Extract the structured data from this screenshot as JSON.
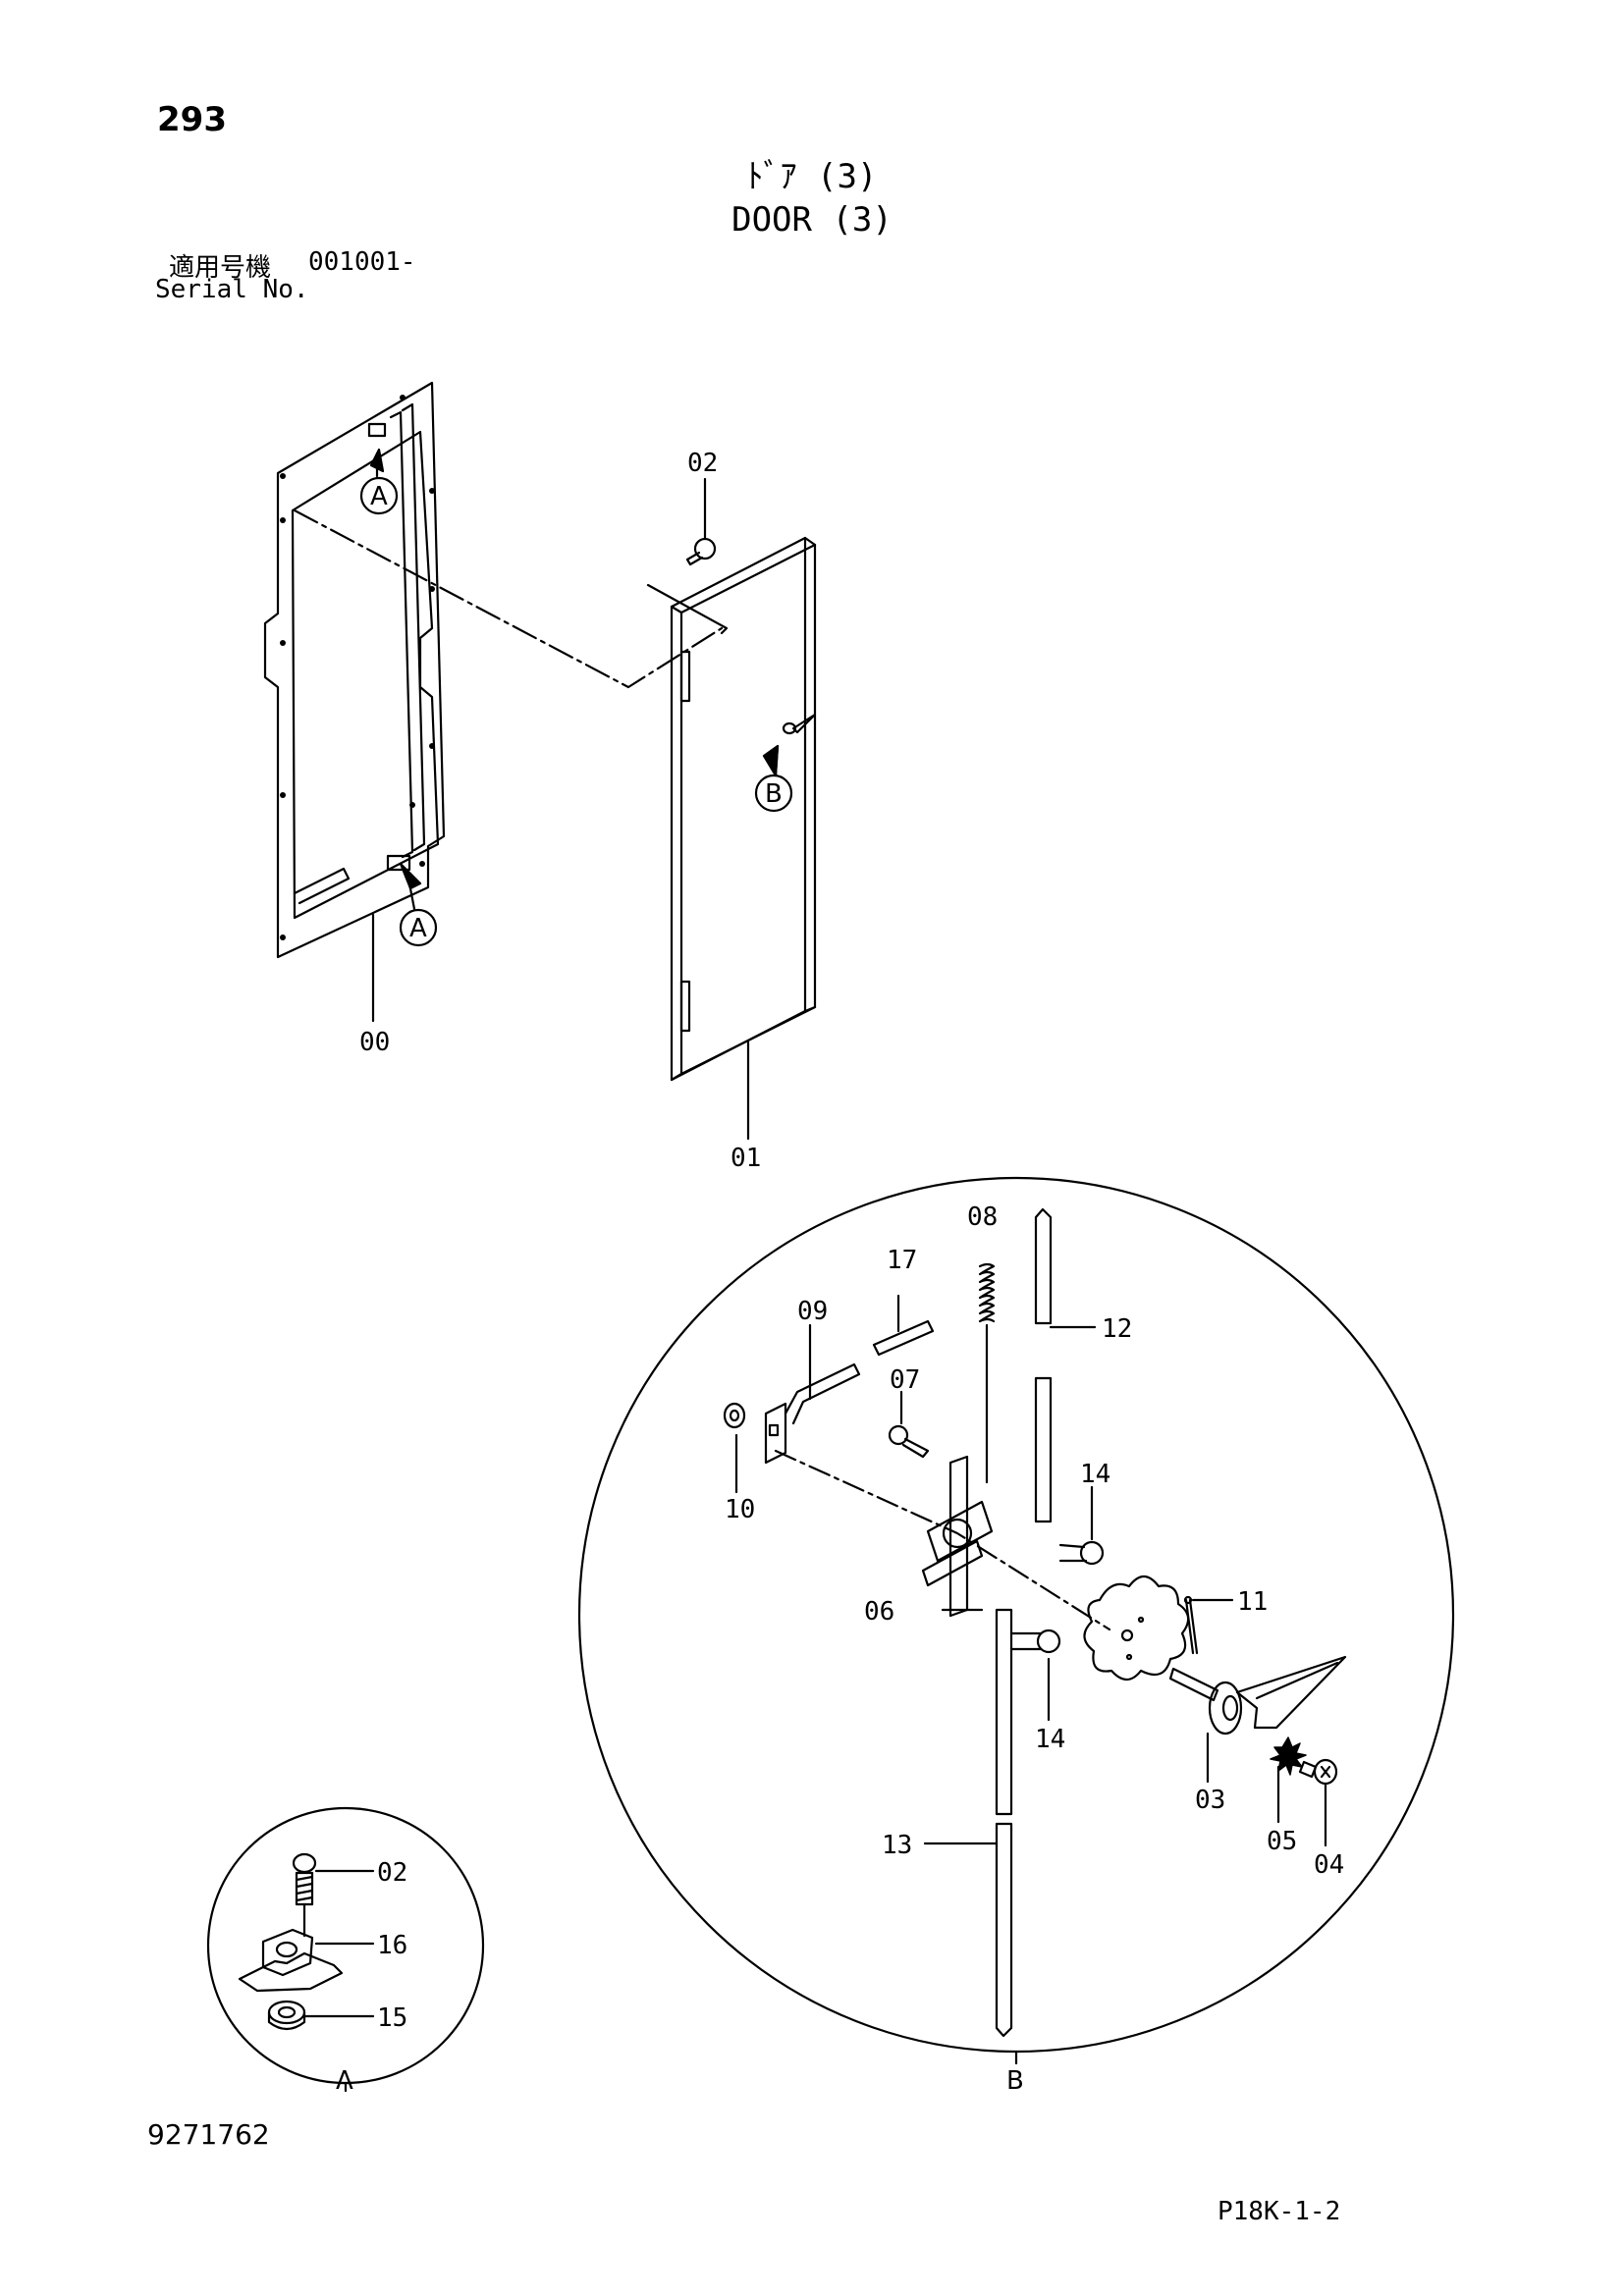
{
  "header": {
    "page_number": "293",
    "title_jp": "ﾄﾞｱ (3)",
    "title_en": "DOOR (3)",
    "serial_label_jp": "適用号機",
    "serial_range": "001001-",
    "serial_label_en": "Serial No."
  },
  "footer": {
    "drawing_number": "9271762",
    "page_code": "P18K-1-2"
  },
  "callouts": {
    "a": "A",
    "b": "B"
  },
  "parts": {
    "p00": "00",
    "p01": "01",
    "p02": "02",
    "p03": "03",
    "p04": "04",
    "p05": "05",
    "p06": "06",
    "p07": "07",
    "p08": "08",
    "p09": "09",
    "p10": "10",
    "p11": "11",
    "p12": "12",
    "p13": "13",
    "p14": "14",
    "p15": "15",
    "p16": "16",
    "p17": "17"
  },
  "detail_labels": {
    "detail_a": "A",
    "detail_b": "B"
  }
}
